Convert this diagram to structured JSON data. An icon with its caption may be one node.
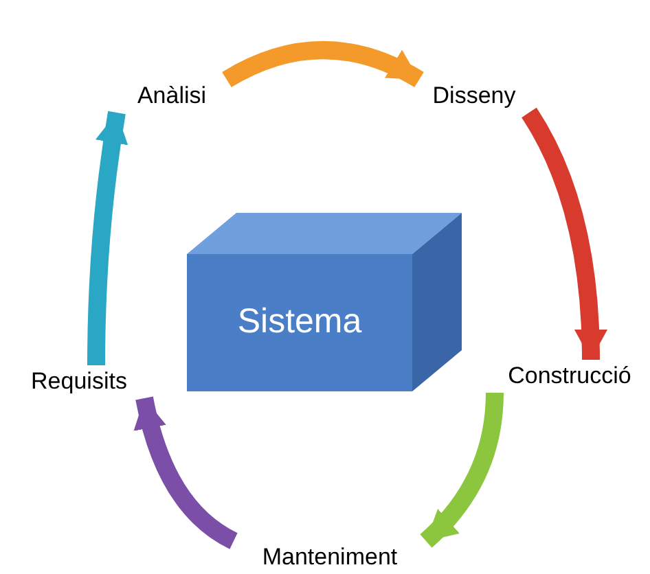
{
  "diagram": {
    "nodes": [
      {
        "text": [
          "Sistema"
        ]
      },
      {
        "text": [
          "Anàlisi"
        ]
      },
      {
        "text": [
          "Disseny"
        ]
      },
      {
        "text": [
          "Construcció"
        ]
      },
      {
        "text": [
          "Manteniment"
        ]
      },
      {
        "text": [
          "Requisits"
        ]
      }
    ],
    "edges": [
      {
        "from": 1,
        "to": 2,
        "arrow": "to",
        "color": "#f39a2b"
      },
      {
        "from": 2,
        "to": 3,
        "arrow": "to",
        "color": "#d83a2e"
      },
      {
        "from": 3,
        "to": 4,
        "arrow": "to",
        "color": "#8cc63f"
      },
      {
        "from": 4,
        "to": 5,
        "arrow": "to",
        "color": "#7b4fa8"
      },
      {
        "from": 5,
        "to": 1,
        "arrow": "to",
        "color": "#2aa7c4"
      }
    ]
  }
}
